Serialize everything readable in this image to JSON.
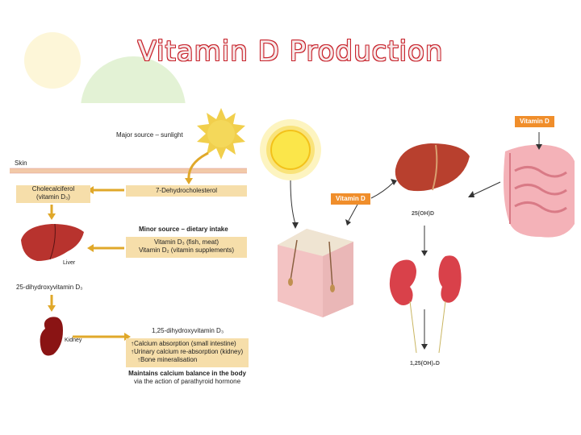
{
  "slide": {
    "title": "Vitamin D Production"
  },
  "left_diagram": {
    "major_source": "Major source – sunlight",
    "skin_label": "Skin",
    "cholecalciferol": [
      "Cholecalciferol",
      "(vitamin D₃)"
    ],
    "dehydrocholesterol": "7-Dehydrocholesterol",
    "minor_source": "Minor source – dietary intake",
    "dietary": [
      "Vitamin D₃ (fish, meat)",
      "Vitamin D₂ (vitamin supplements)"
    ],
    "liver_label": "Liver",
    "hydroxy25": "25-dihydroxyvitamin D₃",
    "kidney_label": "Kidney",
    "dihydroxy125": "1,25-dihydroxyvitamin D₃",
    "effects": [
      "↑Calcium absorption (small intestine)",
      "↑Urinary calcium re-absorption (kidney)",
      "↑Bone mineralisation"
    ],
    "maintains": "Maintains calcium balance in the body",
    "via": "via the action of parathyroid hormone"
  },
  "right_diagram": {
    "vitamin_d_top": "Vitamin D",
    "vitamin_d_left": "Vitamin D",
    "oh25": "25(OH)D",
    "oh125": "1,25(OH)₂D"
  },
  "colors": {
    "title_outline": "#c8232c",
    "box_fill": "#f6deaa",
    "arrow_gold": "#e0a82a",
    "label_orange": "#f08e2b"
  }
}
